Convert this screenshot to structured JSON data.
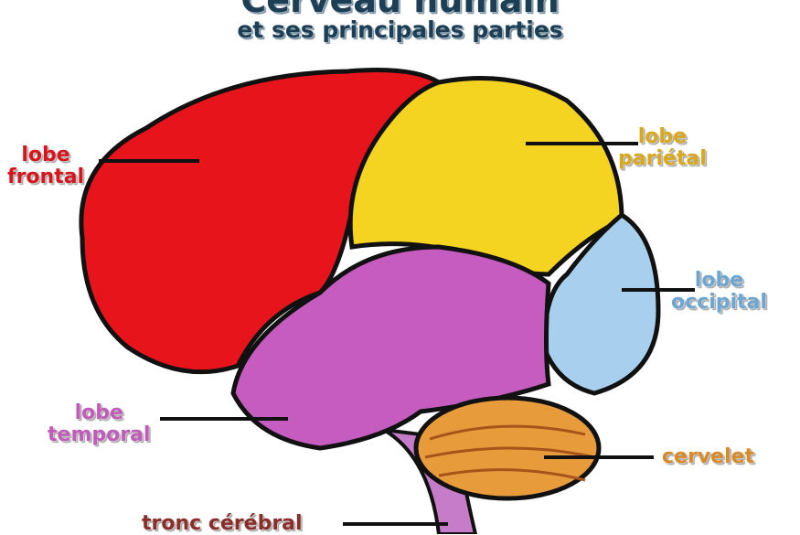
{
  "title": {
    "main": "Cerveau humain",
    "subtitle": "et ses principales parties"
  },
  "labels": {
    "frontal": [
      "lobe",
      "frontal"
    ],
    "parietal": [
      "lobe",
      "pariétal"
    ],
    "occipital": [
      "lobe",
      "occipital"
    ],
    "temporal": [
      "lobe",
      "temporal"
    ],
    "cervelet": "cervelet",
    "tronc": "tronc cérébral"
  },
  "colors": {
    "frontal": "#e8141c",
    "parietal": "#f5d321",
    "occipital": "#a8d0ee",
    "temporal": "#c65cc0",
    "cervelet": "#e79b3a",
    "tronc": "#8b2e2a",
    "title": "#1d3f55"
  }
}
